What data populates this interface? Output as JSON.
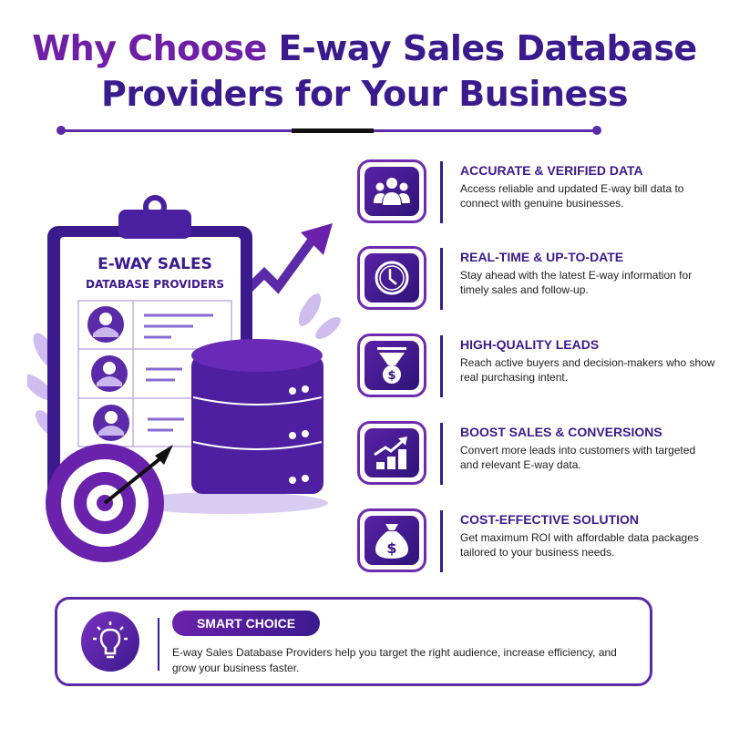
{
  "title": {
    "line1_part1": "Why Choose ",
    "line1_part2": "E-way Sales Database",
    "line2": "Providers for Your Business"
  },
  "illustration": {
    "clipboard_title": "E-WAY SALES",
    "clipboard_subtitle": "DATABASE PROVIDERS",
    "elements": [
      "clipboard-with-contacts",
      "database-stack",
      "target-with-arrow",
      "trend-arrow",
      "leaves"
    ]
  },
  "features": [
    {
      "icon": "people-group-icon",
      "title": "ACCURATE & VERIFIED DATA",
      "description": "Access reliable and updated E-way bill data to connect with genuine businesses."
    },
    {
      "icon": "clock-icon",
      "title": "REAL-TIME & UP-TO-DATE",
      "description": "Stay ahead with the latest E-way information for timely sales and follow-up."
    },
    {
      "icon": "funnel-dollar-icon",
      "title": "HIGH-QUALITY LEADS",
      "description": "Reach active buyers and decision-makers who show real purchasing intent."
    },
    {
      "icon": "growth-chart-icon",
      "title": "BOOST SALES & CONVERSIONS",
      "description": "Convert more leads into customers with targeted and relevant E-way data."
    },
    {
      "icon": "money-bag-icon",
      "title": "COST-EFFECTIVE SOLUTION",
      "description": "Get maximum ROI with affordable data packages tailored to your business needs."
    }
  ],
  "callout": {
    "icon": "lightbulb-icon",
    "badge": "SMART CHOICE",
    "description": "E-way Sales Database Providers help you target the right audience, increase efficiency, and grow your business faster."
  },
  "colors": {
    "primary": "#3b1a8e",
    "accent": "#6f1fa6",
    "light": "#c9b6ec"
  }
}
